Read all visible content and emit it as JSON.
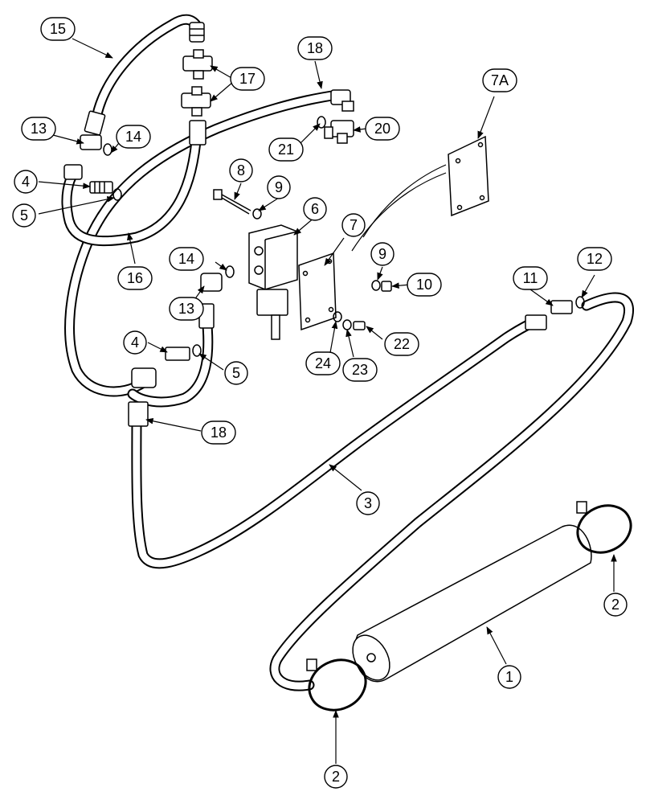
{
  "callouts": [
    {
      "id": "c-15",
      "label": "15"
    },
    {
      "id": "c-18a",
      "label": "18"
    },
    {
      "id": "c-7a",
      "label": "7A"
    },
    {
      "id": "c-17",
      "label": "17"
    },
    {
      "id": "c-13a",
      "label": "13"
    },
    {
      "id": "c-14a",
      "label": "14"
    },
    {
      "id": "c-20",
      "label": "20"
    },
    {
      "id": "c-21",
      "label": "21"
    },
    {
      "id": "c-4a",
      "label": "4"
    },
    {
      "id": "c-5a",
      "label": "5"
    },
    {
      "id": "c-8",
      "label": "8"
    },
    {
      "id": "c-9a",
      "label": "9"
    },
    {
      "id": "c-6",
      "label": "6"
    },
    {
      "id": "c-7",
      "label": "7"
    },
    {
      "id": "c-14b",
      "label": "14"
    },
    {
      "id": "c-16",
      "label": "16"
    },
    {
      "id": "c-9b",
      "label": "9"
    },
    {
      "id": "c-10",
      "label": "10"
    },
    {
      "id": "c-13b",
      "label": "13"
    },
    {
      "id": "c-11",
      "label": "11"
    },
    {
      "id": "c-12",
      "label": "12"
    },
    {
      "id": "c-4b",
      "label": "4"
    },
    {
      "id": "c-5b",
      "label": "5"
    },
    {
      "id": "c-24",
      "label": "24"
    },
    {
      "id": "c-23",
      "label": "23"
    },
    {
      "id": "c-22",
      "label": "22"
    },
    {
      "id": "c-18b",
      "label": "18"
    },
    {
      "id": "c-3",
      "label": "3"
    },
    {
      "id": "c-2a",
      "label": "2"
    },
    {
      "id": "c-1",
      "label": "1"
    },
    {
      "id": "c-2b",
      "label": "2"
    }
  ]
}
